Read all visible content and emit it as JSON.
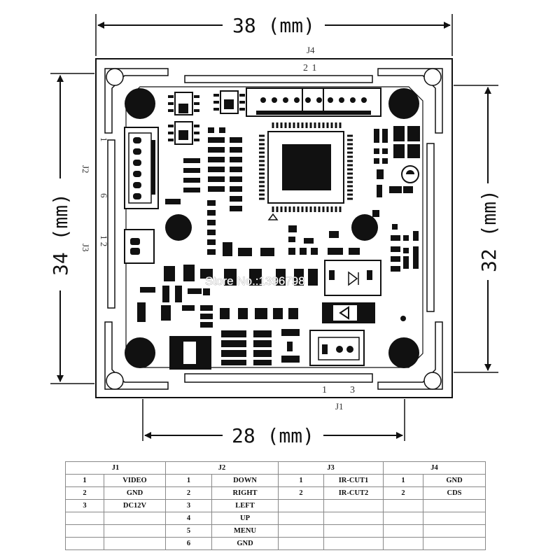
{
  "dimensions": {
    "width_top": "38 (mm)",
    "height_left": "34 (mm)",
    "height_right": "32 (mm)",
    "width_bottom": "28 (mm)"
  },
  "connector_labels": {
    "j4": "J4",
    "j4_pins": "2 1",
    "j1": "J1",
    "j1_pin_first": "1",
    "j1_pin_last": "3",
    "j2": "J2",
    "j2_pin_first": "1",
    "j2_pin_last": "6",
    "j3": "J3",
    "j3_pins": "1 2"
  },
  "watermark": "Store No.:1396798",
  "table": {
    "headers": [
      "J1",
      "J2",
      "J3",
      "J4"
    ],
    "rows": [
      [
        "1",
        "VIDEO",
        "1",
        "DOWN",
        "1",
        "IR-CUT1",
        "1",
        "GND"
      ],
      [
        "2",
        "GND",
        "2",
        "RIGHT",
        "2",
        "IR-CUT2",
        "2",
        "CDS"
      ],
      [
        "3",
        "DC12V",
        "3",
        "LEFT",
        "",
        "",
        "",
        ""
      ],
      [
        "",
        "",
        "4",
        "UP",
        "",
        "",
        "",
        ""
      ],
      [
        "",
        "",
        "5",
        "MENU",
        "",
        "",
        "",
        ""
      ],
      [
        "",
        "",
        "6",
        "GND",
        "",
        "",
        "",
        ""
      ]
    ]
  }
}
